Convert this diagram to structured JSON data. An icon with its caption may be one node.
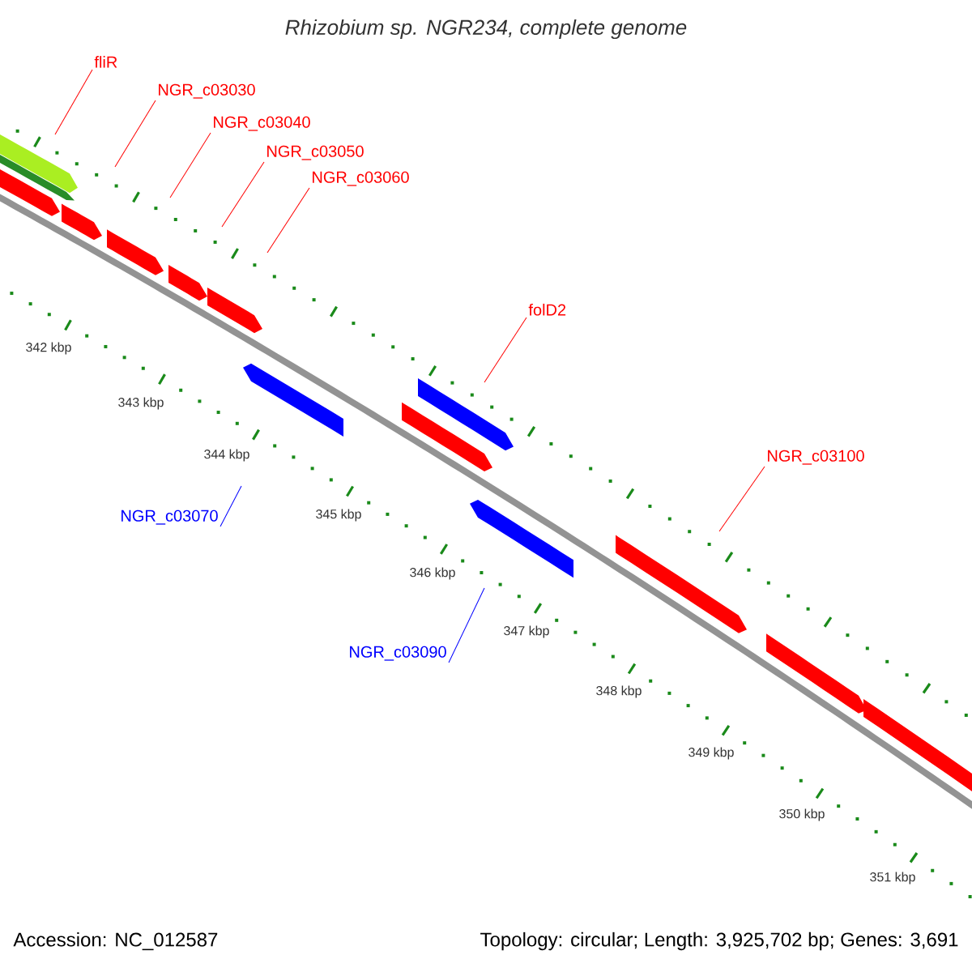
{
  "diagram": {
    "title": "Rhizobium sp. NGR234, complete genome",
    "nodes": [
      {
        "text": [
          "fliR"
        ]
      },
      {
        "text": [
          "NGR_c03030"
        ]
      },
      {
        "text": [
          "NGR_c03040"
        ]
      },
      {
        "text": [
          "NGR_c03050"
        ]
      },
      {
        "text": [
          "NGR_c03060"
        ]
      },
      {
        "text": [
          "folD2"
        ]
      },
      {
        "text": [
          "NGR_c03100"
        ]
      },
      {
        "text": [
          "NGR_c03070"
        ]
      },
      {
        "text": [
          "NGR_c03090"
        ]
      }
    ],
    "edges": [
      {
        "from": 0,
        "to": null,
        "arrow": "none"
      },
      {
        "from": 1,
        "to": null,
        "arrow": "none"
      },
      {
        "from": 2,
        "to": null,
        "arrow": "none"
      },
      {
        "from": 3,
        "to": null,
        "arrow": "none"
      },
      {
        "from": 4,
        "to": null,
        "arrow": "none"
      },
      {
        "from": 5,
        "to": null,
        "arrow": "none"
      },
      {
        "from": 6,
        "to": null,
        "arrow": "none"
      },
      {
        "from": 7,
        "to": null,
        "arrow": "none",
        "color": "#0000ff"
      },
      {
        "from": 8,
        "to": null,
        "arrow": "none",
        "color": "#0000ff"
      }
    ],
    "labels": [
      "342 kbp",
      "343 kbp",
      "344 kbp",
      "345 kbp",
      "346 kbp",
      "347 kbp",
      "348 kbp",
      "349 kbp",
      "350 kbp",
      "351 kbp",
      "Accession: NC_012587",
      "Topology: circular; Length: 3,925,702 bp; Genes: 3,691"
    ]
  }
}
